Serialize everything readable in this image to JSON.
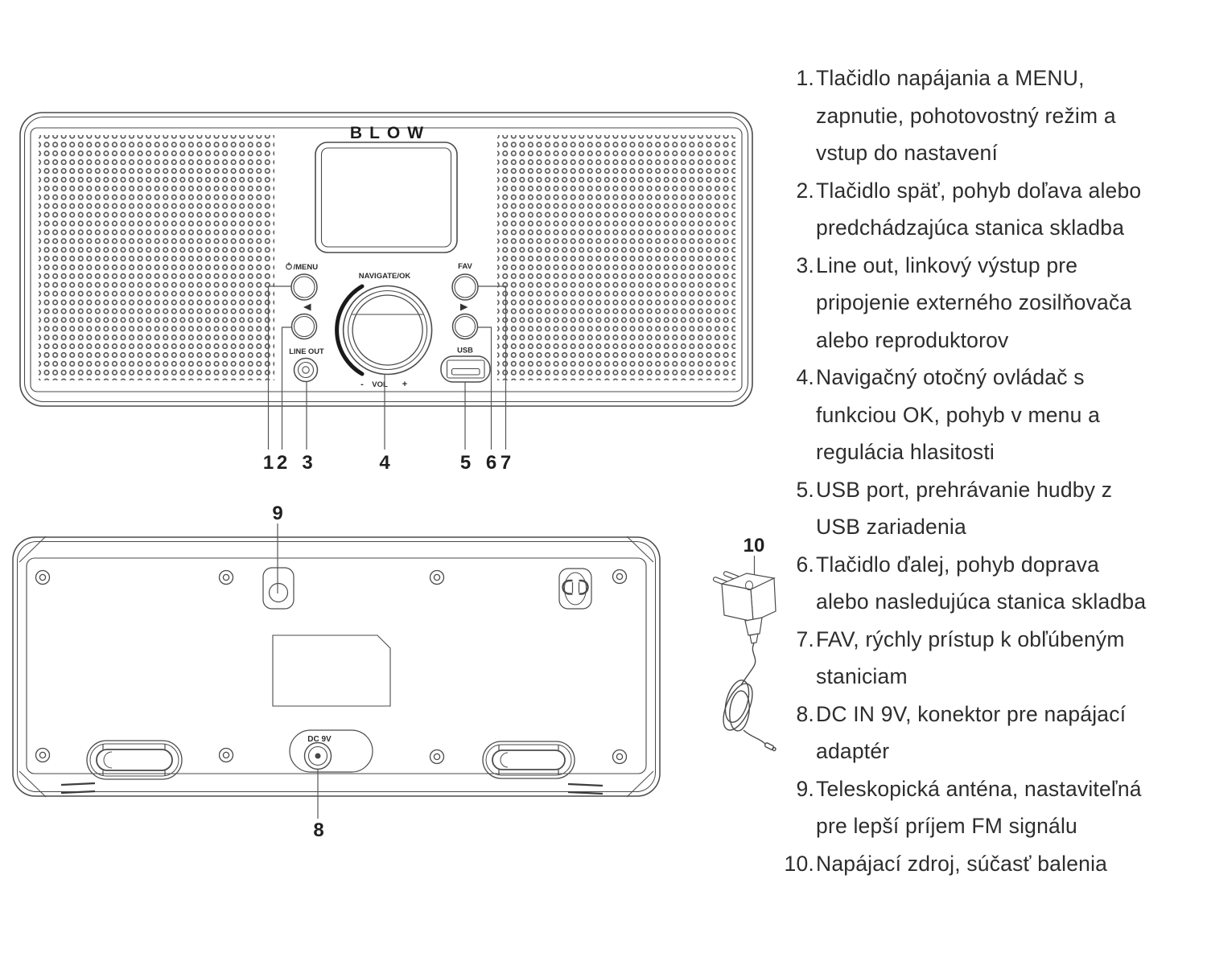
{
  "page": {
    "background": "#ffffff",
    "ink_color": "#2d2d2d",
    "line_color": "#4a4a4a"
  },
  "diagram": {
    "brand_logo": "BLOW",
    "front": {
      "power_menu_label": "/MENU",
      "navigate_label": "NAVIGATE/OK",
      "fav_label": "FAV",
      "line_out_label": "LINE OUT",
      "usb_label": "USB",
      "vol_minus": "-",
      "vol_label": "VOL",
      "vol_plus": "+",
      "callouts": [
        "1",
        "2",
        "3",
        "4",
        "5",
        "6",
        "7"
      ]
    },
    "back": {
      "dc_port_label": "DC 9V",
      "callout_antenna": "9",
      "callout_dc": "8"
    },
    "adapter": {
      "callout": "10"
    }
  },
  "descriptions": [
    {
      "num": "1.",
      "text": "Tlačidlo napájania a MENU,\nzapnutie, pohotovostný režim a\nvstup do nastavení"
    },
    {
      "num": "2.",
      "text": "Tlačidlo späť, pohyb doľava alebo\npredchádzajúca stanica skladba"
    },
    {
      "num": "3.",
      "text": "Line out, linkový výstup pre\npripojenie externého zosilňovača\nalebo reproduktorov"
    },
    {
      "num": "4.",
      "text": "Navigačný otočný ovládač s\nfunkciou OK, pohyb v menu a\nregulácia hlasitosti"
    },
    {
      "num": "5.",
      "text": "USB port, prehrávanie hudby z\nUSB zariadenia"
    },
    {
      "num": "6.",
      "text": "Tlačidlo ďalej, pohyb doprava\nalebo nasledujúca stanica skladba"
    },
    {
      "num": "7.",
      "text": "FAV, rýchly prístup k obľúbeným\nstaniciam"
    },
    {
      "num": "8.",
      "text": "DC IN 9V, konektor pre napájací\nadaptér"
    },
    {
      "num": "9.",
      "text": "Teleskopická anténa, nastaviteľná\npre lepší príjem FM signálu"
    },
    {
      "num": "10.",
      "text": "Napájací zdroj, súčasť balenia"
    }
  ]
}
